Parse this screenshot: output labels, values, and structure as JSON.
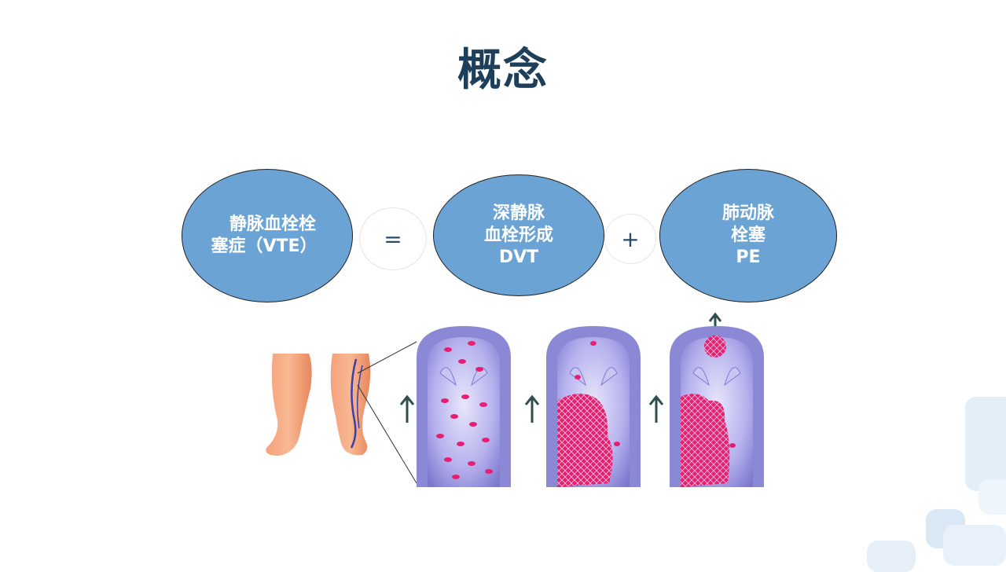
{
  "slide": {
    "title": "概念",
    "vte": {
      "line1": "静脉血栓栓",
      "line2": "塞症（VTE）"
    },
    "equals": "=",
    "dvt": {
      "line1": "深静脉",
      "line2": "血栓形成",
      "line3": "DVT"
    },
    "plus": "+",
    "pe": {
      "line1": "肺动脉",
      "line2": "栓塞",
      "line3": "PE"
    }
  },
  "colors": {
    "title": "#1d3f5a",
    "ellipse_fill": "#6aa3d4",
    "ellipse_text": "#ffffff",
    "vessel": "#8b88d6",
    "clot": "#e0186c"
  },
  "illustration": {
    "description_icons": [
      "legs-image",
      "vessel-normal-flow",
      "vessel-thrombus-forming",
      "vessel-embolus-breaking-off"
    ],
    "arrow_icon": "up-arrow-icon"
  }
}
